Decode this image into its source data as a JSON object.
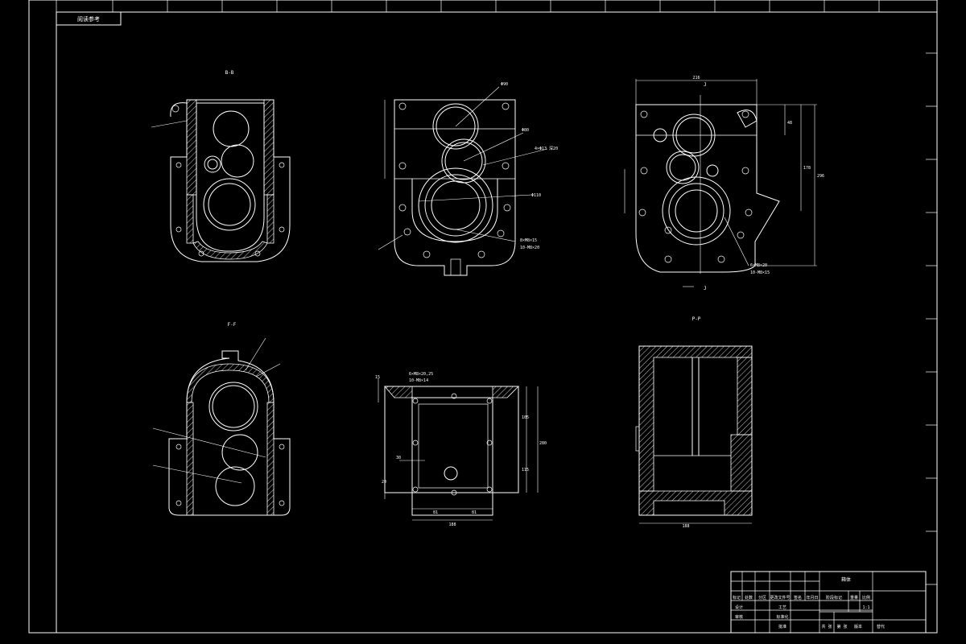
{
  "corner_label": "阅读参考",
  "views": {
    "section_top_left": "B-B",
    "section_bottom_left": "F-F",
    "section_bottom_right": "P-P"
  },
  "dimensions": {
    "top_middle": [
      "Φ90",
      "Φ80",
      "4×Φ13 深20",
      "Φ110",
      "8×M8×15",
      "10-M8×20"
    ],
    "top_right": [
      "216",
      "J",
      "J",
      "6×M8×20",
      "10-M8×15",
      "178",
      "296",
      "48"
    ],
    "bottom_middle": [
      "6×M8×20,25",
      "10-M8×14",
      "188",
      "280",
      "105",
      "115",
      "81",
      "81",
      "30",
      "15",
      "20"
    ],
    "bottom_right": [
      "188"
    ]
  },
  "title_block": {
    "part_name": "箱体",
    "material_cells": [
      "阶段标记",
      "重量",
      "比例"
    ],
    "scale": "1:1",
    "rows": [
      "标记",
      "处数",
      "分区",
      "更改文件号",
      "签名",
      "年月日"
    ],
    "people": [
      "设计",
      "审核",
      "工艺",
      "标准化",
      "批准"
    ],
    "footer": [
      "共 张",
      "第 张",
      "版本",
      "替代"
    ]
  }
}
